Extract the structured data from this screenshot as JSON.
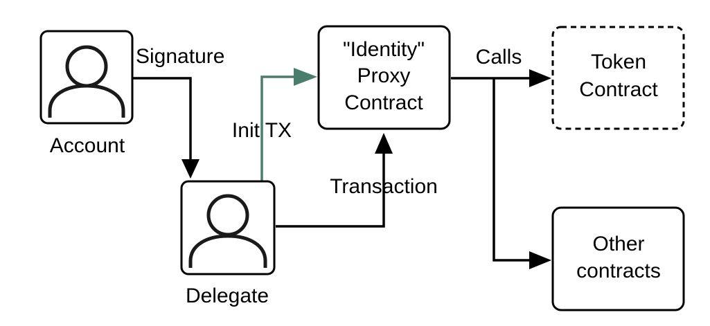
{
  "nodes": {
    "account": {
      "label": "Account"
    },
    "delegate": {
      "label": "Delegate"
    },
    "proxy": {
      "lines": [
        "\"Identity\"",
        "Proxy",
        "Contract"
      ]
    },
    "token": {
      "lines": [
        "Token",
        "Contract"
      ]
    },
    "other": {
      "lines": [
        "Other",
        "contracts"
      ]
    }
  },
  "edges": {
    "signature": {
      "label": "Signature"
    },
    "init_tx": {
      "label": "Init TX",
      "color": "#4a7d6b"
    },
    "transaction": {
      "label": "Transaction"
    },
    "calls": {
      "label": "Calls"
    }
  },
  "icons": {
    "account": "person-icon",
    "delegate": "person-icon"
  }
}
